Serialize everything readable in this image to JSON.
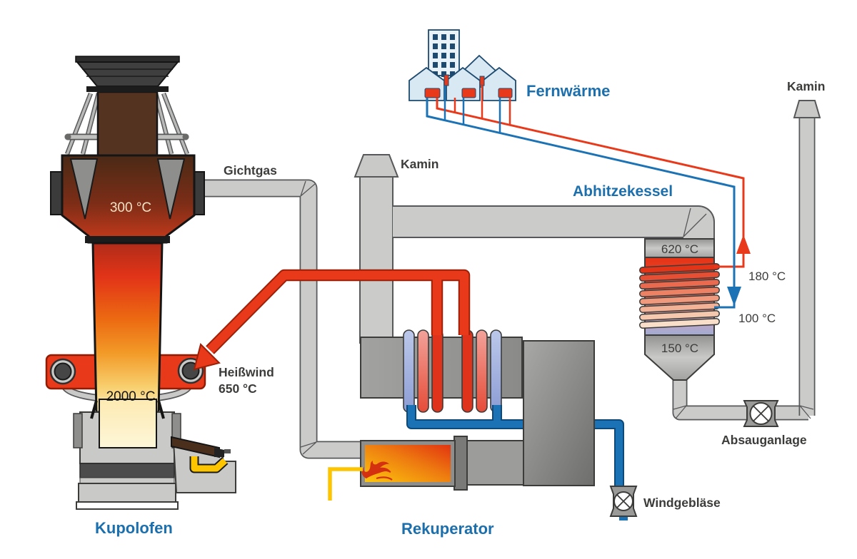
{
  "colors": {
    "accent_blue": "#1c6fad",
    "hot_red": "#e8391b",
    "cool_blue": "#1b72b4",
    "pipe_gray": "#c9c9c7",
    "flame_yellow": "#fdc400"
  },
  "furnace": {
    "label": "Kupolofen",
    "top_gas_label": "Gichtgas",
    "top_temp": "300 °C",
    "core_temp": "2000 °C",
    "hot_blast_name": "Heißwind",
    "hot_blast_temp": "650 °C"
  },
  "recuperator": {
    "label": "Rekuperator"
  },
  "boiler": {
    "label": "Abhitzekessel",
    "flue_in_temp": "620 °C",
    "flue_out_temp": "150 °C",
    "supply_temp": "180 °C",
    "return_temp": "100 °C"
  },
  "district_heating": {
    "label": "Fernwärme"
  },
  "chimney_mid": {
    "label": "Kamin"
  },
  "chimney_right": {
    "label": "Kamin"
  },
  "extraction": {
    "label": "Absauganlage"
  },
  "blower": {
    "label": "Windgebläse"
  }
}
